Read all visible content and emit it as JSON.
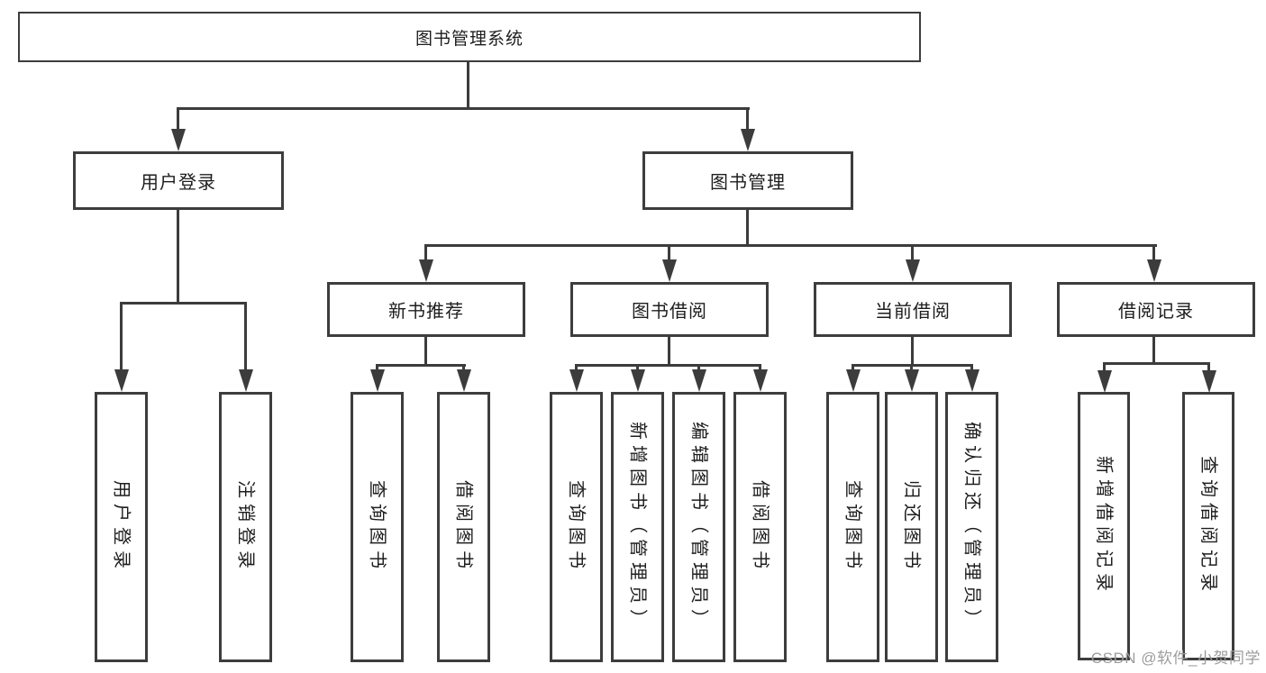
{
  "tree": {
    "root": {
      "label": "图书管理系统",
      "children": [
        {
          "label": "用户登录",
          "children": [
            {
              "label": "用户登录"
            },
            {
              "label": "注销登录"
            }
          ]
        },
        {
          "label": "图书管理",
          "children": [
            {
              "label": "新书推荐",
              "children": [
                {
                  "label": "查询图书"
                },
                {
                  "label": "借阅图书"
                }
              ]
            },
            {
              "label": "图书借阅",
              "children": [
                {
                  "label": "查询图书"
                },
                {
                  "label": "新增图书（管理员）"
                },
                {
                  "label": "编辑图书（管理员）"
                },
                {
                  "label": "借阅图书"
                }
              ]
            },
            {
              "label": "当前借阅",
              "children": [
                {
                  "label": "查询图书"
                },
                {
                  "label": "归还图书"
                },
                {
                  "label": "确认归还（管理员）"
                }
              ]
            },
            {
              "label": "借阅记录",
              "children": [
                {
                  "label": "新增借阅记录"
                },
                {
                  "label": "查询借阅记录"
                }
              ]
            }
          ]
        }
      ]
    }
  },
  "watermark": {
    "text": "CSDN @软件_小贺同学"
  },
  "colors": {
    "line": "#3c3c3c",
    "box_border": "#3d3d3d",
    "text": "#1d1d1d",
    "watermark": "#9c9c9c",
    "background": "#ffffff"
  }
}
